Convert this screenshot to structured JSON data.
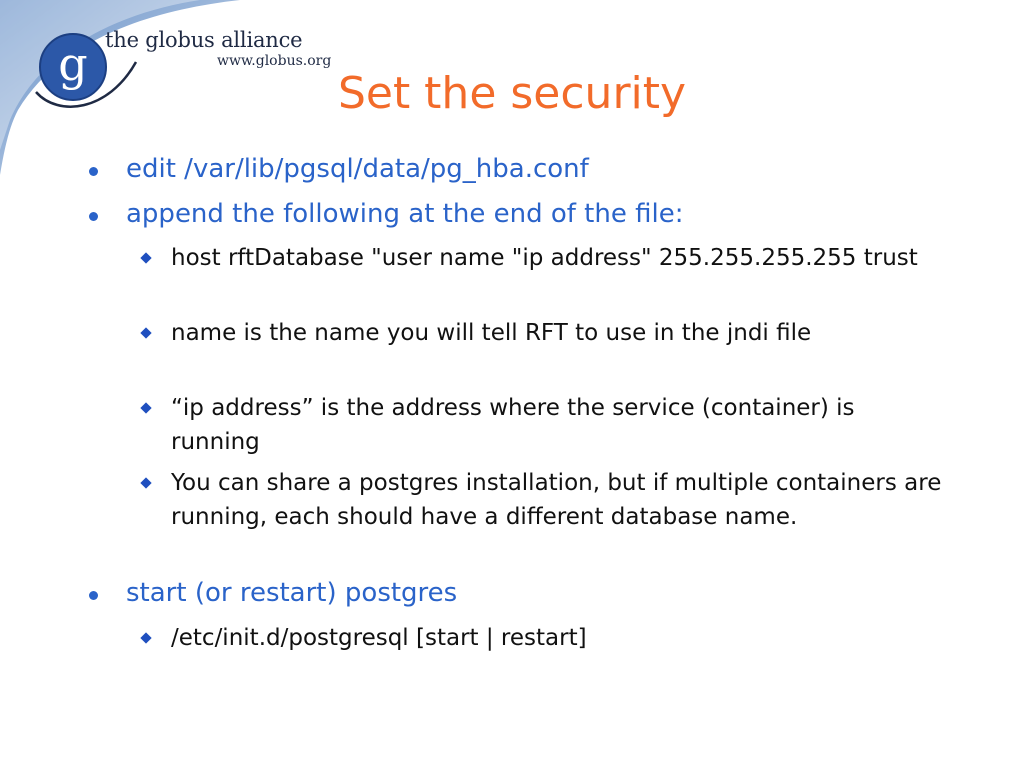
{
  "logo": {
    "name": "the globus alliance",
    "url": "www.globus.org",
    "mark": "g"
  },
  "slide": {
    "title": "Set the security",
    "bullets": [
      {
        "text": "edit /var/lib/pgsql/data/pg_hba.conf"
      },
      {
        "text": "append the following at the end of the file:",
        "sub": [
          "host rftDatabase \"user name \"ip address\" 255.255.255.255 trust",
          "name is the name you will tell RFT to use in the jndi file",
          "“ip address” is the address where the service (container) is running",
          "You can share a postgres installation, but if multiple containers are running, each should have a different database name."
        ]
      },
      {
        "text": "start (or restart) postgres",
        "sub": [
          "/etc/init.d/postgresql [start | restart]"
        ]
      }
    ]
  },
  "colors": {
    "title": "#f26b2a",
    "level1": "#2a63c9",
    "level2": "#111111",
    "swoosh": "#6f96c8"
  }
}
